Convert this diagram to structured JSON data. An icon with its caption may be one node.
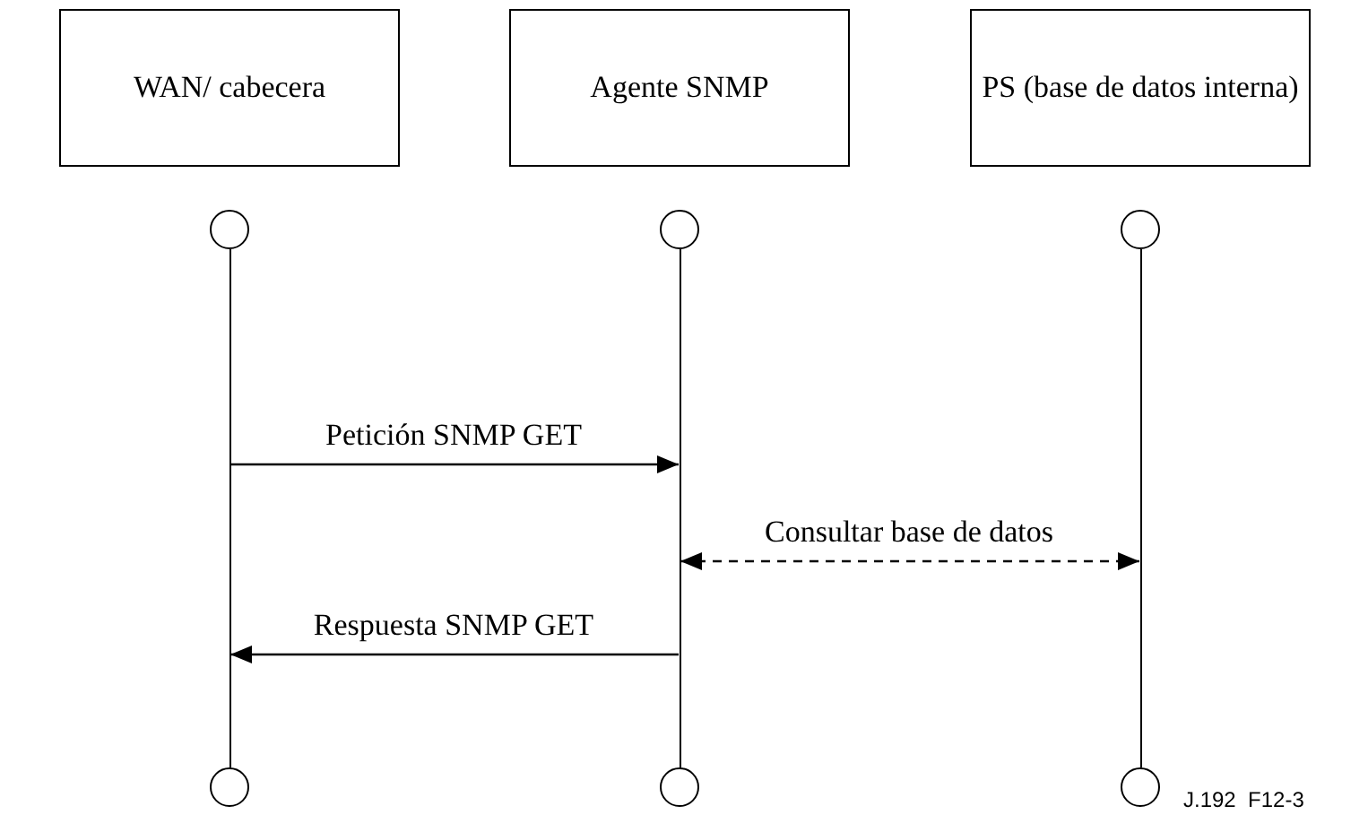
{
  "diagram": {
    "nodes": [
      {
        "text": [
          "WAN/ cabecera"
        ]
      },
      {
        "text": [
          "Agente SNMP"
        ]
      },
      {
        "text": [
          "PS (base de datos interna)"
        ]
      },
      {
        "text": [],
        "shape": "circle"
      },
      {
        "text": [],
        "shape": "circle"
      },
      {
        "text": [],
        "shape": "circle"
      },
      {
        "text": [],
        "shape": "bar"
      },
      {
        "text": [],
        "shape": "bar"
      },
      {
        "text": [],
        "shape": "bar"
      },
      {
        "text": [],
        "shape": "circle"
      },
      {
        "text": [],
        "shape": "circle"
      },
      {
        "text": [],
        "shape": "circle"
      }
    ],
    "edges": [
      {
        "from": 6,
        "to": 7,
        "arrow": "to",
        "label": "Petición SNMP GET"
      },
      {
        "from": 7,
        "to": 8,
        "arrow": "both",
        "style": "dashed",
        "label": "Consultar base de datos"
      },
      {
        "from": 7,
        "to": 6,
        "arrow": "to",
        "label": "Respuesta SNMP GET"
      }
    ],
    "labels": [
      "J.192  F12-3"
    ]
  }
}
